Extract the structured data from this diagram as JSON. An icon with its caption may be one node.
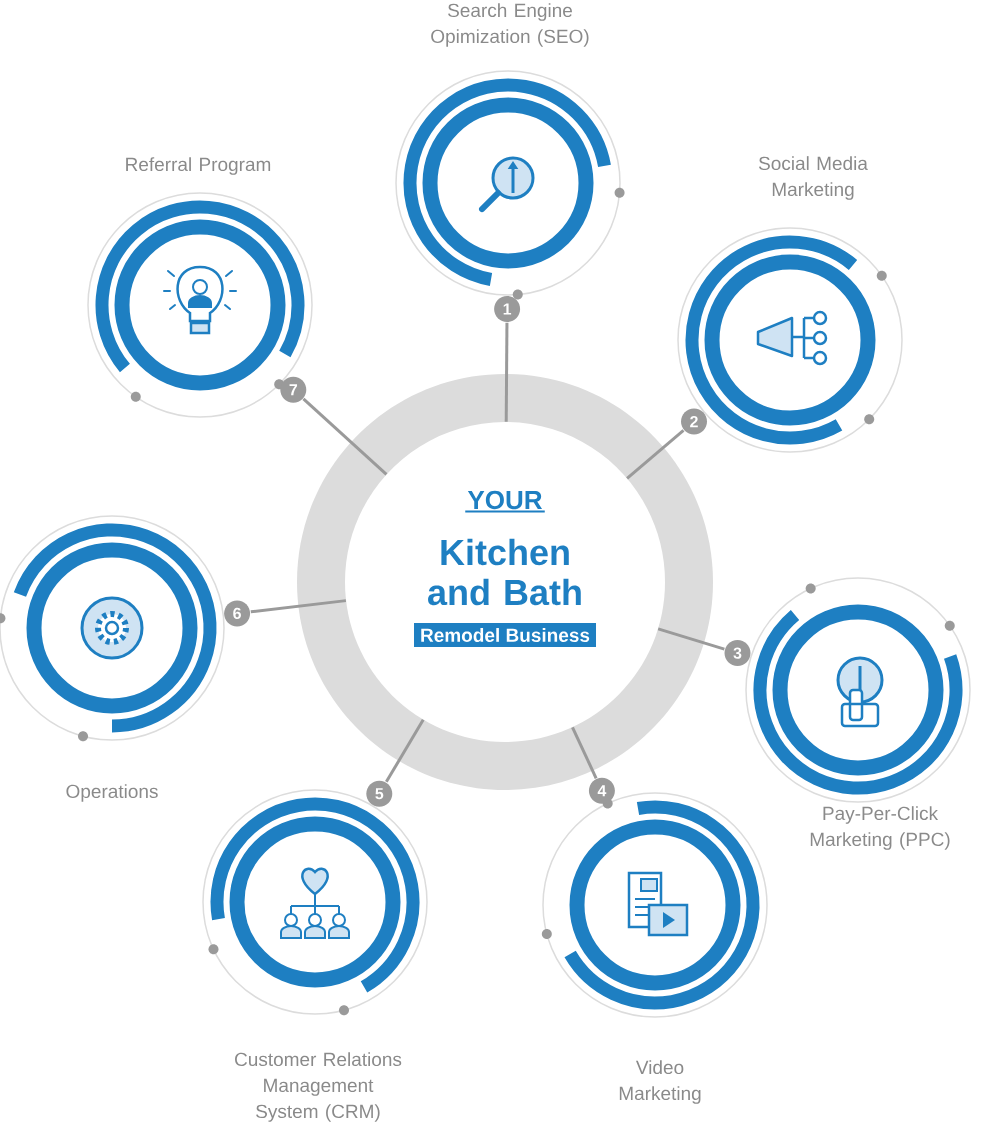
{
  "diagram": {
    "nodes": [
      {
        "text": [
          "YOUR",
          "Kitchen and Bath",
          "Remodel Business"
        ]
      },
      {
        "text": [
          "Search Engine Opimization (SEO)"
        ],
        "beside": [
          "1"
        ]
      },
      {
        "text": [
          "Social Media Marketing"
        ],
        "beside": [
          "2"
        ]
      },
      {
        "text": [
          "Pay-Per-Click Marketing (PPC)"
        ],
        "beside": [
          "3"
        ]
      },
      {
        "text": [
          "Video Marketing"
        ],
        "beside": [
          "4"
        ]
      },
      {
        "text": [
          "Customer Relations Management System (CRM)"
        ],
        "beside": [
          "5"
        ]
      },
      {
        "text": [
          "Operations"
        ],
        "beside": [
          "6"
        ]
      },
      {
        "text": [
          "Referral Program"
        ],
        "beside": [
          "7"
        ]
      }
    ],
    "edges": [
      {
        "from": 0,
        "to": 1,
        "arrow": "none"
      },
      {
        "from": 0,
        "to": 2,
        "arrow": "none"
      },
      {
        "from": 0,
        "to": 3,
        "arrow": "none"
      },
      {
        "from": 0,
        "to": 4,
        "arrow": "none"
      },
      {
        "from": 0,
        "to": 5,
        "arrow": "none"
      },
      {
        "from": 0,
        "to": 6,
        "arrow": "none"
      },
      {
        "from": 0,
        "to": 7,
        "arrow": "none"
      }
    ]
  }
}
